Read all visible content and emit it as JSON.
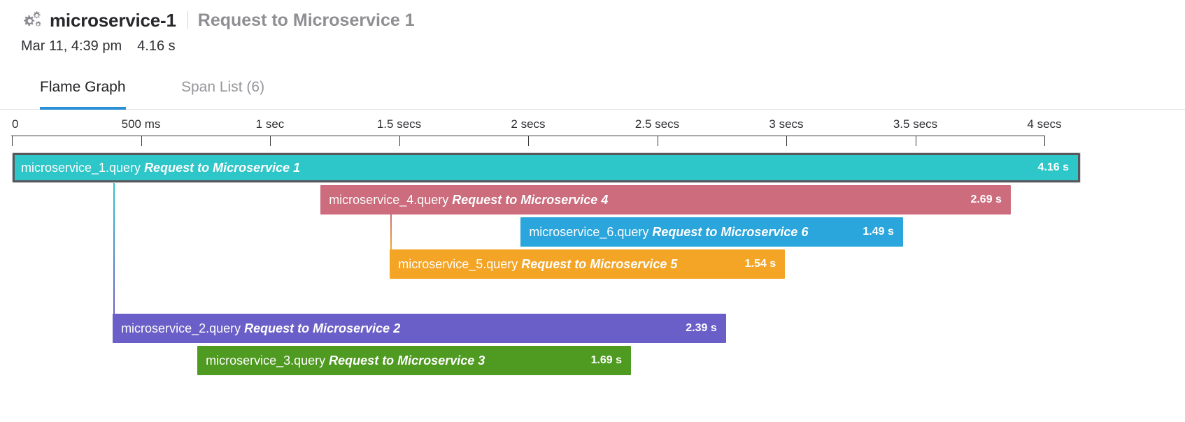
{
  "header": {
    "icon": "gears-icon",
    "service_name": "microservice-1",
    "operation_name": "Request to Microservice 1",
    "timestamp": "Mar 11, 4:39 pm",
    "duration": "4.16 s"
  },
  "tabs": [
    {
      "label": "Flame Graph",
      "active": true
    },
    {
      "label": "Span List (6)",
      "active": false
    }
  ],
  "ruler": {
    "ticks": [
      {
        "label": "0",
        "seconds": 0.0
      },
      {
        "label": "500 ms",
        "seconds": 0.5
      },
      {
        "label": "1 sec",
        "seconds": 1.0
      },
      {
        "label": "1.5 secs",
        "seconds": 1.5
      },
      {
        "label": "2 secs",
        "seconds": 2.0
      },
      {
        "label": "2.5 secs",
        "seconds": 2.5
      },
      {
        "label": "3 secs",
        "seconds": 3.0
      },
      {
        "label": "3.5 secs",
        "seconds": 3.5
      },
      {
        "label": "4 secs",
        "seconds": 4.0
      }
    ],
    "axis_start_seconds": 0,
    "axis_end_seconds": 4.0
  },
  "chart_data": {
    "type": "bar",
    "title": "Flame Graph",
    "xlabel": "",
    "ylabel": "",
    "xlim": [
      0,
      4.0
    ],
    "grid": false,
    "legend": "none",
    "spans": [
      {
        "service": "microservice_1.query",
        "operation": "Request to Microservice 1",
        "duration_label": "4.16 s",
        "start_seconds": 0.0,
        "duration_seconds": 4.16,
        "depth": 0,
        "color": "#2ec7c9",
        "selected": true,
        "show_duration": true
      },
      {
        "service": "microservice_4.query",
        "operation": "Request to Microservice 4",
        "duration_label": "2.69 s",
        "start_seconds": 1.2,
        "duration_seconds": 2.69,
        "depth": 1,
        "color": "#cc6c7c",
        "selected": false,
        "show_duration": true
      },
      {
        "service": "microservice_6.query",
        "operation": "Request to Microservice 6",
        "duration_label": "1.49 s",
        "start_seconds": 1.98,
        "duration_seconds": 1.49,
        "depth": 2,
        "color": "#2ba6dd",
        "selected": false,
        "show_duration": true
      },
      {
        "service": "microservice_5.query",
        "operation": "Request to Microservice 5",
        "duration_label": "1.54 s",
        "start_seconds": 1.47,
        "duration_seconds": 1.54,
        "depth": 3,
        "color": "#f5a525",
        "selected": false,
        "show_duration": true
      },
      {
        "service": "microservice_2.query",
        "operation": "Request to Microservice 2",
        "duration_label": "2.39 s",
        "start_seconds": 0.39,
        "duration_seconds": 2.39,
        "depth": 5,
        "color": "#6a5fc8",
        "selected": false,
        "show_duration": true
      },
      {
        "service": "microservice_3.query",
        "operation": "Request to Microservice 3",
        "duration_label": "1.69 s",
        "start_seconds": 0.72,
        "duration_seconds": 1.69,
        "depth": 6,
        "color": "#4f9a20",
        "selected": false,
        "show_duration": true
      }
    ],
    "connectors": [
      {
        "x_seconds": 0.39,
        "from_depth": 0,
        "to_depth": 5,
        "color_top": "#2ec7c9",
        "color_bottom": "#6a5fc8"
      },
      {
        "x_seconds": 1.47,
        "from_depth": 1,
        "to_depth": 3,
        "color_top": "#cc6c7c",
        "color_bottom": "#f5a525"
      }
    ]
  }
}
